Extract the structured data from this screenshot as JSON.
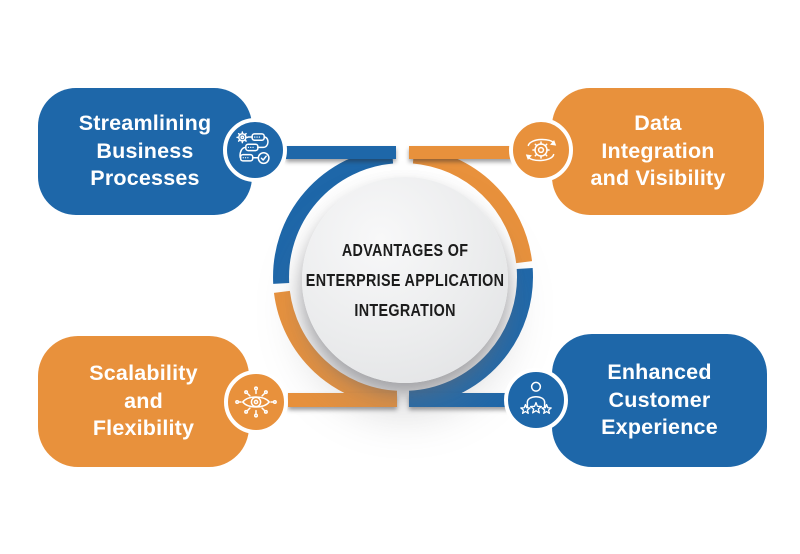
{
  "center": {
    "lines": [
      "ADVANTAGES OF",
      "ENTERPRISE APPLICATION",
      "INTEGRATION"
    ]
  },
  "cards": [
    {
      "id": "streamlining-business-processes",
      "lines": [
        "Streamlining",
        "Business",
        "Processes"
      ],
      "color": "#1e67a9",
      "icon": "process-workflow-icon"
    },
    {
      "id": "data-integration-and-visibility",
      "lines": [
        "Data",
        "Integration",
        "and Visibility"
      ],
      "color": "#e8913c",
      "icon": "sync-gear-icon"
    },
    {
      "id": "scalability-and-flexibility",
      "lines": [
        "Scalability",
        "and",
        "Flexibility"
      ],
      "color": "#e8913c",
      "icon": "eye-visibility-icon"
    },
    {
      "id": "enhanced-customer-experience",
      "lines": [
        "Enhanced",
        "Customer",
        "Experience"
      ],
      "color": "#1e67a9",
      "icon": "person-stars-icon"
    }
  ],
  "colors": {
    "blue": "#1e67a9",
    "orange": "#e8913c",
    "circle_fill": "#ebeced",
    "text_dark": "#1c1c1c"
  }
}
